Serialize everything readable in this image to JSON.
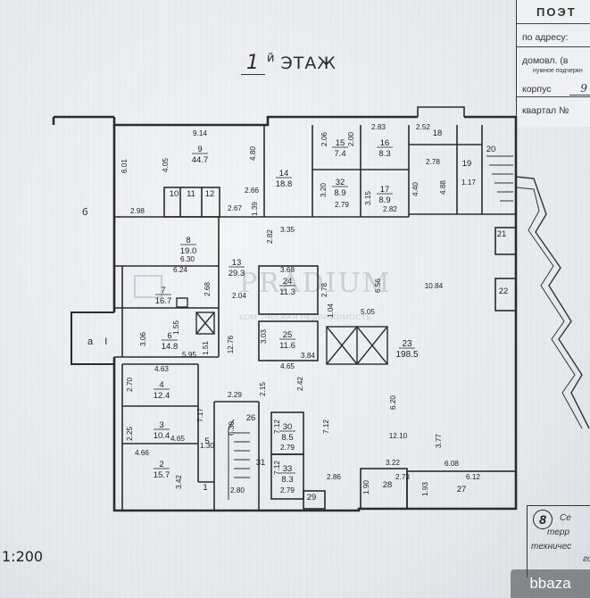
{
  "page": {
    "floor_number": "1",
    "floor_suffix": "й",
    "floor_word": "ЭТАЖ",
    "scale": "1:200",
    "outside_label": "б",
    "porch_label": "а",
    "porch_roman": "I",
    "stamp": {
      "title": "ПОЭТ",
      "address": "по адресу:",
      "domovl": "домовл. (в",
      "note": "нужное подчеркн",
      "korpus": "корпус",
      "korpus_value": "9",
      "kvartal": "квартал №"
    },
    "legend": {
      "number": "8",
      "line1": "Се",
      "line2": "терр",
      "line3": "техничес",
      "line4": "го"
    },
    "watermark": {
      "brand": "PRADIUM",
      "tagline": "КОМ...ЧЕСКАЯ НЕДВИЖИМОСТЬ"
    },
    "site_badge": "bbaza"
  },
  "rooms": [
    {
      "num": "9",
      "area": "44.7"
    },
    {
      "num": "10",
      "area": ""
    },
    {
      "num": "11",
      "area": ""
    },
    {
      "num": "12",
      "area": ""
    },
    {
      "num": "14",
      "area": "18.8"
    },
    {
      "num": "15",
      "area": "7.4"
    },
    {
      "num": "16",
      "area": "8.3"
    },
    {
      "num": "18",
      "area": ""
    },
    {
      "num": "19",
      "area": ""
    },
    {
      "num": "20",
      "area": ""
    },
    {
      "num": "32",
      "area": "8.9"
    },
    {
      "num": "17",
      "area": "8.9"
    },
    {
      "num": "8",
      "area": "19.0"
    },
    {
      "num": "13",
      "area": "29.3"
    },
    {
      "num": "24",
      "area": "11.3"
    },
    {
      "num": "21",
      "area": ""
    },
    {
      "num": "22",
      "area": ""
    },
    {
      "num": "7",
      "area": "16.7"
    },
    {
      "num": "6",
      "area": "14.8"
    },
    {
      "num": "25",
      "area": "11.6"
    },
    {
      "num": "23",
      "area": "198.5"
    },
    {
      "num": "4",
      "area": "12.4"
    },
    {
      "num": "3",
      "area": "10.4"
    },
    {
      "num": "26",
      "area": ""
    },
    {
      "num": "30",
      "area": "8.5"
    },
    {
      "num": "31",
      "area": ""
    },
    {
      "num": "33",
      "area": "8.3"
    },
    {
      "num": "5",
      "area": ""
    },
    {
      "num": "2",
      "area": "15.7"
    },
    {
      "num": "1",
      "area": ""
    },
    {
      "num": "29",
      "area": ""
    },
    {
      "num": "28",
      "area": ""
    },
    {
      "num": "27",
      "area": ""
    }
  ],
  "dims": [
    "9.14",
    "4.05",
    "4.80",
    "6.01",
    "2.98",
    "2.66",
    "2.67",
    "1.39",
    "2.06",
    "2.00",
    "2.83",
    "2.52",
    "3.20",
    "2.79",
    "3.15",
    "2.82",
    "2.78",
    "4.40",
    "4.88",
    "1.17",
    "3.35",
    "2.82",
    "6.30",
    "6.24",
    "3.68",
    "2.78",
    "6.56",
    "10.84",
    "2.68",
    "2.04",
    "1.04",
    "5.05",
    "3.06",
    "1.55",
    "1.51",
    "12.76",
    "3.03",
    "3.84",
    "4.65",
    "5.95",
    "4.63",
    "2.70",
    "2.29",
    "2.15",
    "2.42",
    "6.20",
    "2.25",
    "4.65",
    "7.17",
    "7.12",
    "7.12",
    "4.66",
    "1.30",
    "3.42",
    "6.30",
    "2.79",
    "7.12",
    "2.79",
    "2.86",
    "12.10",
    "3.77",
    "3.22",
    "2.73",
    "6.08",
    "6.12",
    "1.90",
    "1.93",
    "2.80"
  ]
}
